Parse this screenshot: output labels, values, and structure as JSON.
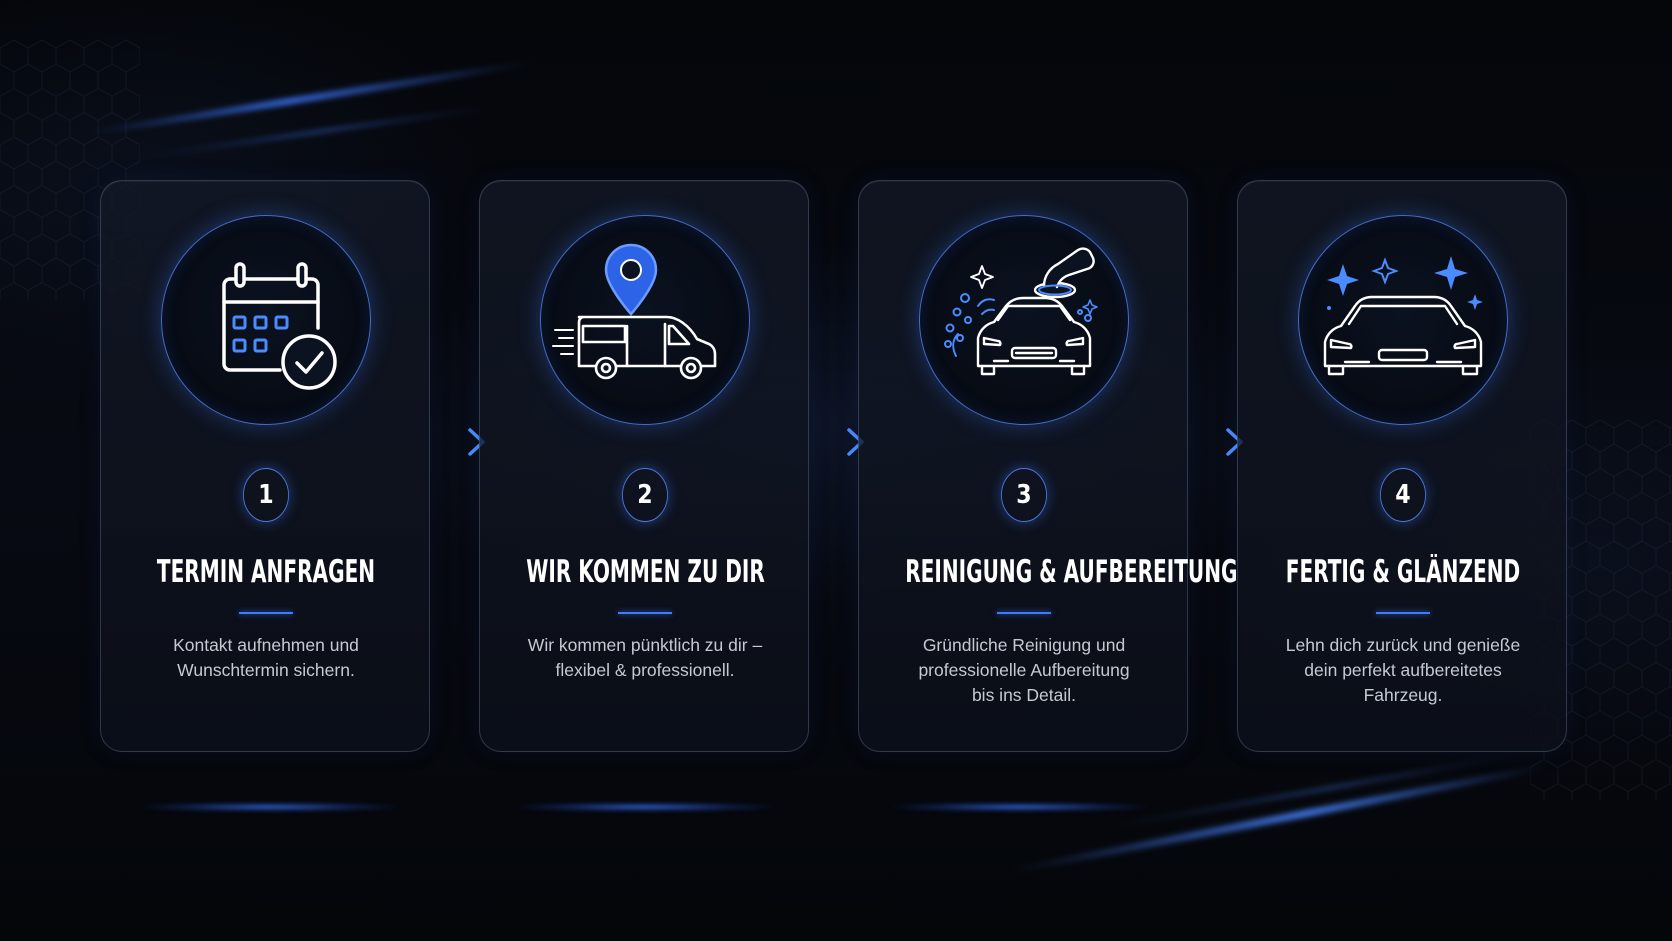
{
  "colors": {
    "accent": "#3f7bff",
    "background": "#05070c",
    "card_border": "#4a5670",
    "text_primary": "#ffffff",
    "text_secondary": "#c5c9d2"
  },
  "steps": [
    {
      "number": "1",
      "title": "TERMIN ANFRAGEN",
      "description": "Kontakt aufnehmen und\nWunschtermin sichern.",
      "icon": "calendar-check-icon"
    },
    {
      "number": "2",
      "title": "WIR KOMMEN ZU DIR",
      "description": "Wir kommen pünktlich zu dir –\nflexibel & professionell.",
      "icon": "van-location-pin-icon"
    },
    {
      "number": "3",
      "title": "REINIGUNG & AUFBEREITUNG",
      "description": "Gründliche Reinigung und\nprofessionelle Aufbereitung\nbis ins Detail.",
      "icon": "car-polisher-icon"
    },
    {
      "number": "4",
      "title": "FERTIG & GLÄNZEND",
      "description": "Lehn dich zurück und genieße\ndein perfekt aufbereitetes\nFahrzeug.",
      "icon": "shiny-car-icon"
    }
  ]
}
